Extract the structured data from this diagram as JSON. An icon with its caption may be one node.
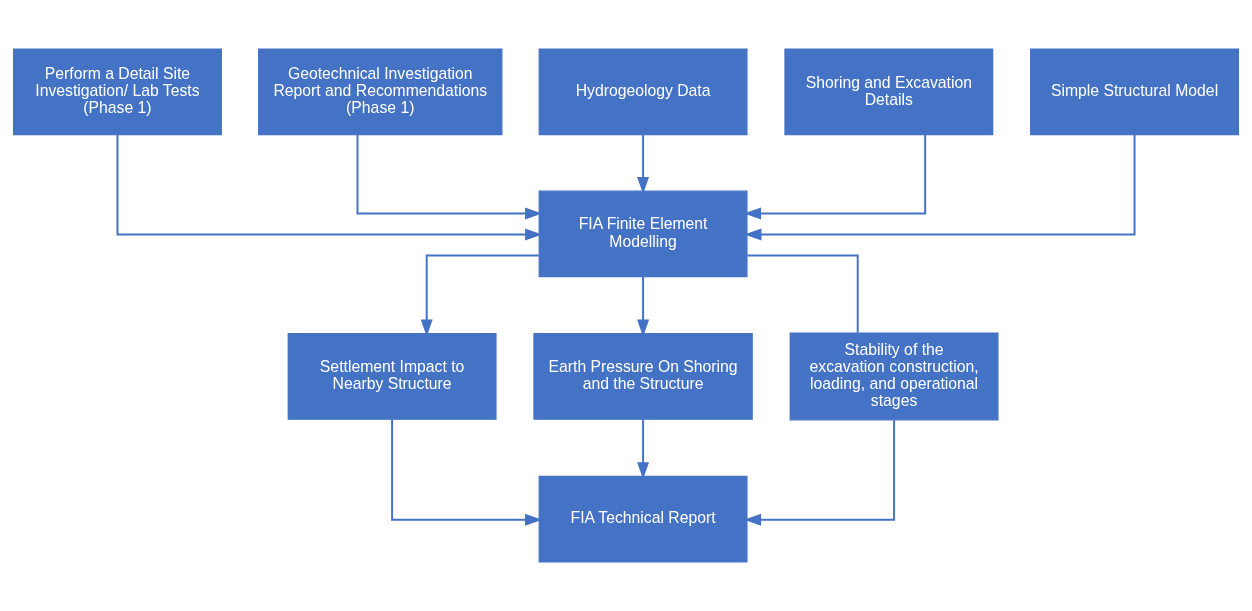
{
  "diagram": {
    "nodes": [
      {
        "text": [
          "Perform a Detail Site Investigation/ Lab Tests (Phase 1)"
        ]
      },
      {
        "text": [
          "Geotechnical Investigation Report and Recommendations (Phase 1)"
        ]
      },
      {
        "text": [
          "Hydrogeology Data"
        ]
      },
      {
        "text": [
          "Shoring and Excavation Details"
        ]
      },
      {
        "text": [
          "Simple Structural Model"
        ]
      },
      {
        "text": [
          "FIA Finite Element Modelling"
        ]
      },
      {
        "text": [
          "Settlement Impact to Nearby Structure"
        ]
      },
      {
        "text": [
          "Earth Pressure On Shoring and the Structure"
        ]
      },
      {
        "text": [
          "Stability of the excavation construction, loading, and operational stages"
        ]
      },
      {
        "text": [
          "FIA Technical Report"
        ]
      }
    ],
    "edges": [
      {
        "from": 0,
        "to": 5,
        "arrow": "to"
      },
      {
        "from": 1,
        "to": 5,
        "arrow": "to"
      },
      {
        "from": 2,
        "to": 5,
        "arrow": "to"
      },
      {
        "from": 3,
        "to": 5,
        "arrow": "to"
      },
      {
        "from": 4,
        "to": 5,
        "arrow": "to"
      },
      {
        "from": 5,
        "to": 6,
        "arrow": "to"
      },
      {
        "from": 5,
        "to": 7,
        "arrow": "to"
      },
      {
        "from": 5,
        "to": 8,
        "arrow": "none"
      },
      {
        "from": 6,
        "to": 9,
        "arrow": "to"
      },
      {
        "from": 7,
        "to": 9,
        "arrow": "to"
      },
      {
        "from": 8,
        "to": 9,
        "arrow": "to"
      }
    ]
  }
}
